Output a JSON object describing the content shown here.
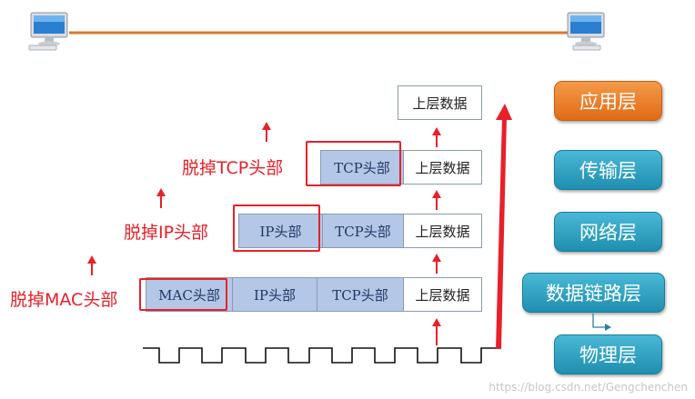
{
  "packets": {
    "top": {
      "data": "上层数据"
    },
    "row1": {
      "tcp": "TCP头部",
      "data": "上层数据"
    },
    "row2": {
      "ip": "IP头部",
      "tcp": "TCP头部",
      "data": "上层数据"
    },
    "row3": {
      "mac": "MAC头部",
      "ip": "IP头部",
      "tcp": "TCP头部",
      "data": "上层数据"
    }
  },
  "strip_labels": {
    "tcp": "脱掉TCP头部",
    "ip": "脱掉IP头部",
    "mac": "脱掉MAC头部"
  },
  "layers": [
    "应用层",
    "传输层",
    "网络层",
    "数据链路层",
    "物理层"
  ],
  "highlight_layer": "应用层",
  "watermark": "https://blog.csdn.net/Gengchenchen",
  "colors": {
    "red": "#e8202a",
    "header_fill": "#b4c7e7",
    "layer_teal": "#2aa3c4",
    "layer_orange": "#ec7a22",
    "cable": "#d9782d"
  }
}
